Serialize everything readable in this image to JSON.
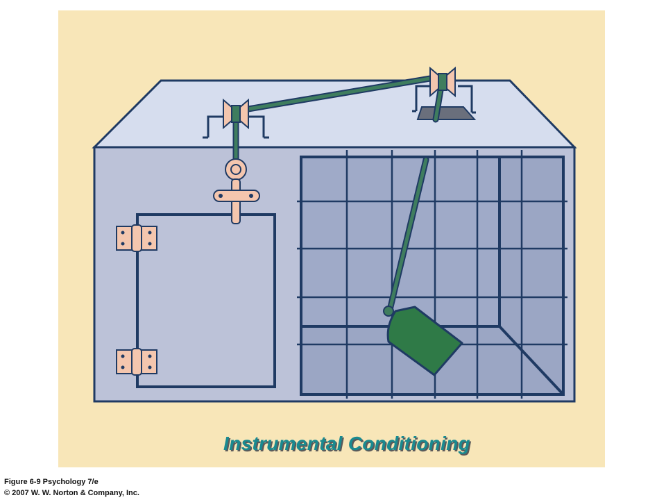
{
  "title": "Instrumental Conditioning",
  "credits": {
    "line1": "Figure 6-9 Psychology 7/e",
    "line2": "© 2007 W. W. Norton & Company, Inc."
  },
  "colors": {
    "background_panel": "#f8e6b8",
    "box_front": "#bcc2d8",
    "box_top": "#d6ddee",
    "cage": "#9ba6c4",
    "grid_lines": "#1f3a63",
    "lever_rod": "#3f7d5e",
    "pedal": "#2f7a47",
    "hardware": "#f4c6ae",
    "title": "#1a8a90"
  },
  "icons": [
    "pulley-icon",
    "hinge-icon",
    "latch-icon",
    "pedal-icon",
    "trapdoor-icon"
  ]
}
